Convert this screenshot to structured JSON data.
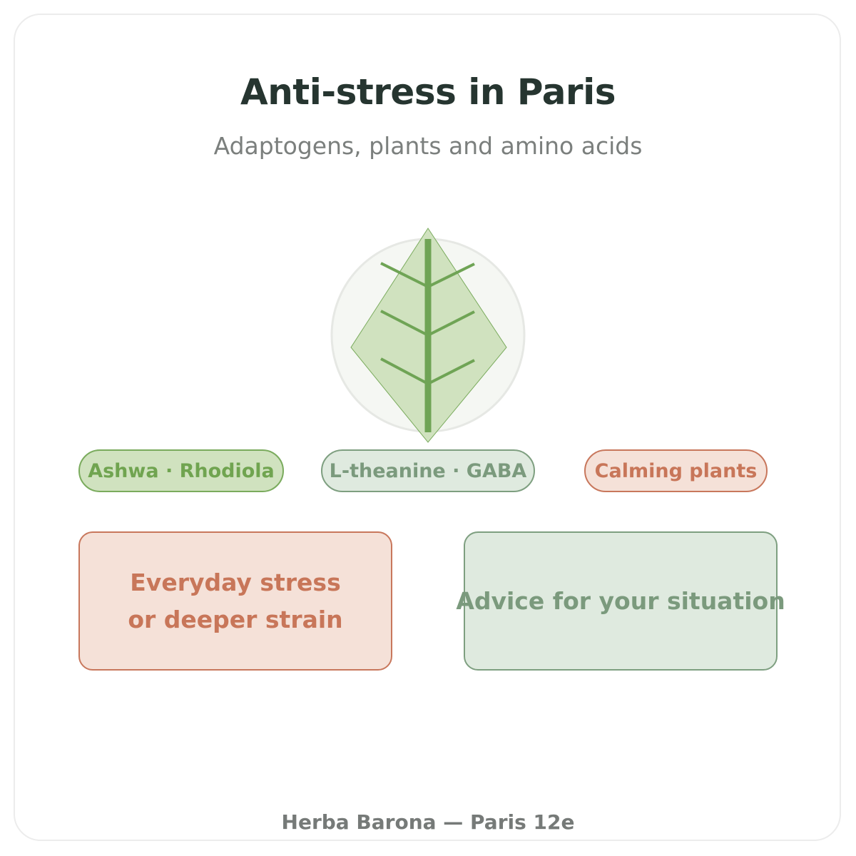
{
  "header": {
    "title": "Anti-stress in Paris",
    "subtitle": "Adaptogens, plants and amino acids"
  },
  "emblem": {
    "icon": "leaf-icon"
  },
  "tags": [
    {
      "label": "Ashwa · Rhodiola",
      "color": "#70a450"
    },
    {
      "label": "L-theanine · GABA",
      "color": "#7b9a7d"
    },
    {
      "label": "Calming plants",
      "color": "#c87659"
    }
  ],
  "cards": [
    {
      "label": "Everyday stress or deeper strain",
      "color": "#c87659"
    },
    {
      "label": "Advice for your situation",
      "color": "#7b9a7d"
    }
  ],
  "footer": {
    "text": "Herba Barona — Paris 12e"
  },
  "colors": {
    "title": "#263530",
    "leaf_fill": "#d0e2bf",
    "leaf_vein": "#6fa455",
    "circle": "#f5f7f3"
  }
}
